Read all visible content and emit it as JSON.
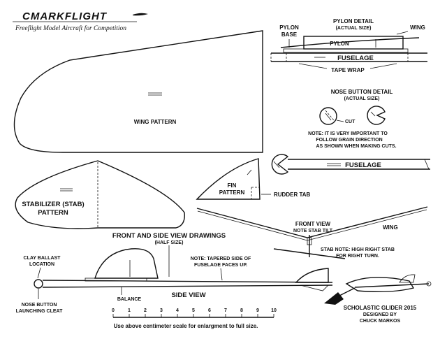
{
  "header": {
    "brand": "CMARKFLIGHT",
    "tagline": "Freeflight Model Aircraft for Competition"
  },
  "wing_pattern": {
    "label": "WING PATTERN"
  },
  "pylon_detail": {
    "title": "PYLON DETAIL",
    "subtitle": "(ACTUAL SIZE)",
    "pylon_base_line1": "PYLON",
    "pylon_base_line2": "BASE",
    "wing": "WING",
    "pylon": "PYLON",
    "fuselage": "FUSELAGE",
    "tape_wrap": "TAPE WRAP"
  },
  "nose_button_detail": {
    "title": "NOSE BUTTON DETAIL",
    "subtitle": "(ACTUAL SIZE)",
    "cut": "CUT",
    "note_line1": "NOTE: IT IS VERY IMPORTANT TO",
    "note_line2": "FOLLOW GRAIN DIRECTION",
    "note_line3": "AS SHOWN WHEN MAKING CUTS."
  },
  "fuselage_pattern": {
    "label": "FUSELAGE"
  },
  "stabilizer": {
    "line1": "STABILIZER (STAB)",
    "line2": "PATTERN"
  },
  "fin": {
    "line1": "FIN",
    "line2": "PATTERN",
    "rudder_tab": "RUDDER TAB"
  },
  "front_view": {
    "title": "FRONT VIEW",
    "subtitle": "NOTE STAB TILT",
    "wing": "WING",
    "stab_note_line1": "STAB NOTE: HIGH RIGHT STAB",
    "stab_note_line2": "FOR RIGHT TURN."
  },
  "side_view_section": {
    "title": "FRONT AND SIDE VIEW DRAWINGS",
    "subtitle": "(HALF SIZE)",
    "clay_line1": "CLAY BALLAST",
    "clay_line2": "LOCATION",
    "tapered_line1": "NOTE: TAPERED SIDE OF",
    "tapered_line2": "FUSELAGE FACES UP.",
    "side_view": "SIDE VIEW",
    "balance": "BALANCE",
    "nose_line1": "NOSE BUTTON",
    "nose_line2": "LAUNCHING CLEAT"
  },
  "scale": {
    "ticks": [
      "0",
      "1",
      "2",
      "3",
      "4",
      "5",
      "6",
      "7",
      "8",
      "9",
      "10"
    ],
    "caption": "Use above centimeter scale for enlargment to full size."
  },
  "credits": {
    "title": "SCHOLASTIC GLIDER 2015",
    "line2": "DESIGNED BY",
    "line3": "CHUCK MARKOS"
  }
}
